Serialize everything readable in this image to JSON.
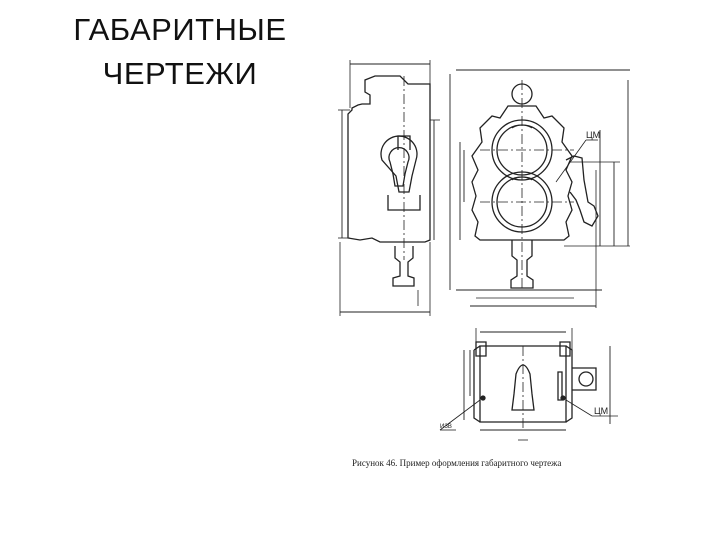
{
  "slide": {
    "title_line1": "ГАБАРИТНЫЕ",
    "title_line2": "ЧЕРТЕЖИ"
  },
  "figure": {
    "caption": "Рисунок 46. Пример оформления габаритного чертежа",
    "labels": {
      "center_mass_top": "ЦМ",
      "center_mass_bottom": "ЦМ",
      "side_note": "ИЗВ"
    }
  },
  "colors": {
    "ink": "#222222",
    "text": "#111111"
  }
}
